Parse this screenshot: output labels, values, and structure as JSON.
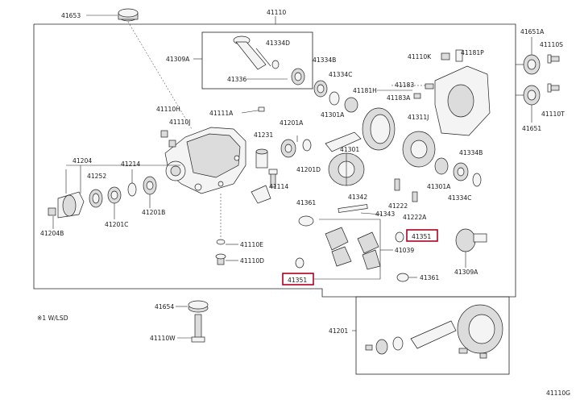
{
  "diagram": {
    "labels": {
      "l41653": "41653",
      "l41110": "41110",
      "l41651a": "41651A",
      "l41110s": "41110S",
      "l41334d": "41334D",
      "l41309a_top": "41309A",
      "l41336": "41336",
      "l41334b_top": "41334B",
      "l41334c_top": "41334C",
      "l41110k": "41110K",
      "l41181p": "41181P",
      "l41181h": "41181H",
      "l41183": "41183",
      "l41183a": "41183A",
      "l41110t": "41110T",
      "l41651": "41651",
      "l41110h": "41110H",
      "l41111a": "41111A",
      "l41110j": "41110J",
      "l41301a_top": "41301A",
      "l41311j": "41311J",
      "l41231": "41231",
      "l41201a": "41201A",
      "l41301": "41301",
      "l41204": "41204",
      "l41252": "41252",
      "l41214": "41214",
      "l41201d": "41201D",
      "l41334b_mid": "41334B",
      "l41114": "41114",
      "l41301a_mid": "41301A",
      "l41334c_mid": "41334C",
      "l41201c": "41201C",
      "l41201b": "41201B",
      "l41342": "41342",
      "l41222": "41222",
      "l41361_mid": "41361",
      "l41343": "41343",
      "l41222a": "41222A",
      "l41204b": "41204B",
      "l41351_right": "41351",
      "l41110e": "41110E",
      "l41039": "41039",
      "l41309a_bot": "41309A",
      "l41110d": "41110D",
      "l41351_left": "41351",
      "l41361_bot": "41361",
      "l41654": "41654",
      "note_lsd": "※1 W/LSD",
      "l41110w": "41110W",
      "l41201": "41201",
      "ref_code": "41110G"
    },
    "highlight_color": "#b00020"
  }
}
